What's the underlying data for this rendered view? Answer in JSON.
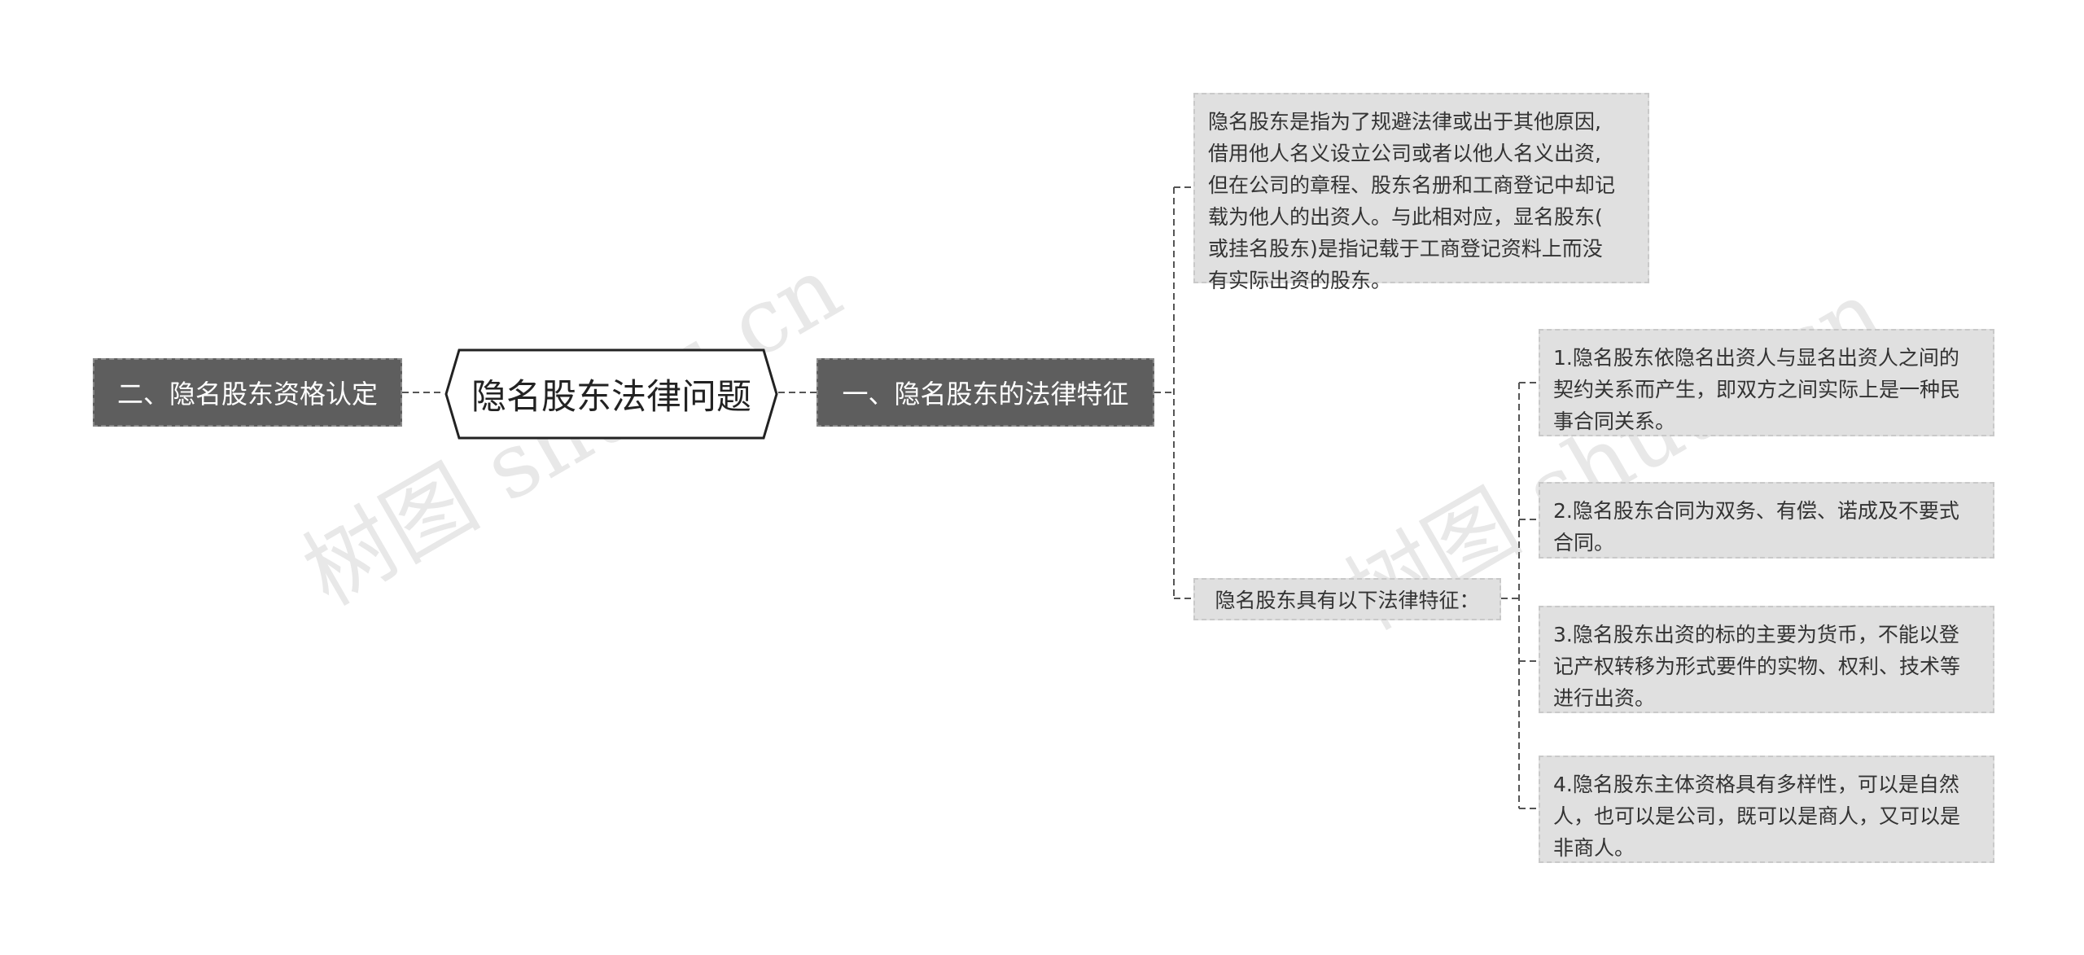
{
  "watermark": "树图 shutu.cn",
  "center": {
    "label": "隐名股东法律问题"
  },
  "left_branch": {
    "label": "二、隐名股东资格认定"
  },
  "right_branch": {
    "label": "一、隐名股东的法律特征"
  },
  "definition": {
    "lines": [
      "隐名股东是指为了规避法律或出于其他原因,",
      "借用他人名义设立公司或者以他人名义出资,",
      "但在公司的章程、股东名册和工商登记中却记",
      "载为他人的出资人。与此相对应，显名股东(",
      "或挂名股东)是指记载于工商登记资料上而没",
      "有实际出资的股东。"
    ]
  },
  "features_label": "隐名股东具有以下法律特征：",
  "features": [
    {
      "lines": [
        "1.隐名股东依隐名出资人与显名出资人之间的",
        "契约关系而产生，即双方之间实际上是一种民",
        "事合同关系。"
      ]
    },
    {
      "lines": [
        "2.隐名股东合同为双务、有偿、诺成及不要式",
        "合同。"
      ]
    },
    {
      "lines": [
        "3.隐名股东出资的标的主要为货币，不能以登",
        "记产权转移为形式要件的实物、权利、技术等",
        "进行出资。"
      ]
    },
    {
      "lines": [
        "4.隐名股东主体资格具有多样性，可以是自然",
        "人，也可以是公司，既可以是商人，又可以是",
        "非商人。"
      ]
    }
  ]
}
